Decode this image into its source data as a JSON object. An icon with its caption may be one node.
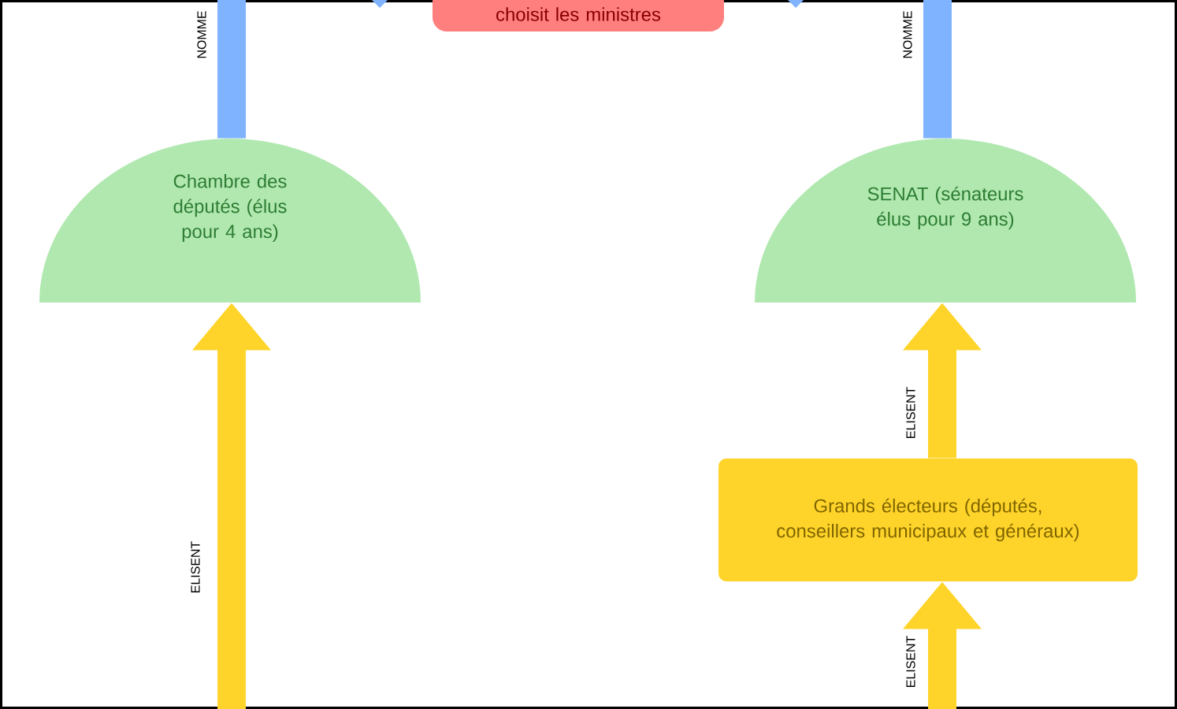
{
  "diagram": {
    "nodes": [
      {
        "text": [
          "choisit les ministres"
        ]
      },
      {
        "text": [
          "Chambre des députés (élus pour 4 ans)"
        ]
      },
      {
        "text": [
          "SENAT (sénateurs élus pour 9 ans)"
        ]
      },
      {
        "text": [
          "Grands électeurs (députés, conseillers municipaux et généraux)"
        ]
      }
    ],
    "edges": [
      {
        "from": null,
        "to": 1,
        "arrow": "to",
        "label": "ELISENT"
      },
      {
        "from": 1,
        "to": null,
        "arrow": "none",
        "label": "NOMME",
        "color": "#80b3ff"
      },
      {
        "from": 2,
        "to": null,
        "arrow": "none",
        "label": "NOMME",
        "color": "#80b3ff"
      },
      {
        "from": 3,
        "to": 2,
        "arrow": "to",
        "label": "ELISENT"
      },
      {
        "from": null,
        "to": 3,
        "arrow": "to",
        "label": "ELISENT"
      }
    ]
  }
}
